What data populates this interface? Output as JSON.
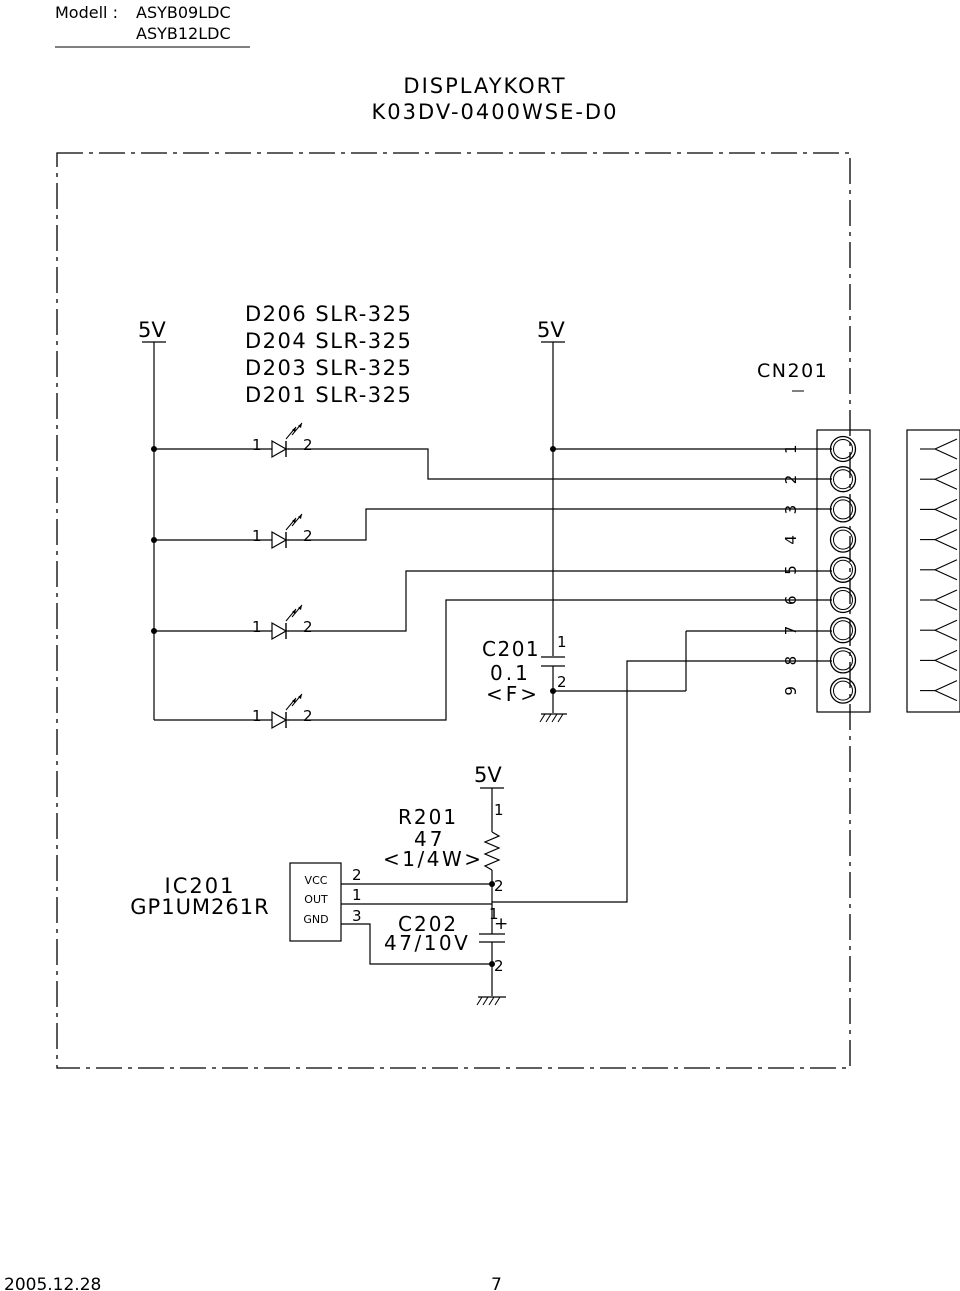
{
  "header": {
    "model_label": "Modell :",
    "model_1": "ASYB09LDC",
    "model_2": "ASYB12LDC"
  },
  "title": {
    "line1": "DISPLAYKORT",
    "line2": "K03DV-0400WSE-D0"
  },
  "supply": {
    "left": "5V",
    "mid": "5V",
    "bottom": "5V"
  },
  "leds": {
    "list": [
      "D206  SLR-325",
      "D204  SLR-325",
      "D203  SLR-325",
      "D201  SLR-325"
    ],
    "pin1": "1",
    "pin2": "2"
  },
  "capacitor_c201": {
    "name": "C201",
    "value": "0.1",
    "unit": "<F>",
    "pin1": "1",
    "pin2": "2"
  },
  "connector": {
    "name": "CN201",
    "pins": [
      "1",
      "2",
      "3",
      "4",
      "5",
      "6",
      "7",
      "8",
      "9"
    ]
  },
  "ic": {
    "name": "IC201",
    "part": "GP1UM261R",
    "vcc": "VCC",
    "out": "OUT",
    "gnd": "GND",
    "pin_vcc": "2",
    "pin_out": "1",
    "pin_gnd": "3"
  },
  "resistor_r201": {
    "name": "R201",
    "value": "47",
    "rating": "<1/4W>",
    "pin1": "1",
    "pin2": "2"
  },
  "capacitor_c202": {
    "name": "C202",
    "value": "47/10V",
    "pin1": "1",
    "pin2": "2",
    "plus": "+"
  },
  "footer": {
    "date": "2005.12.28",
    "page": "7"
  }
}
